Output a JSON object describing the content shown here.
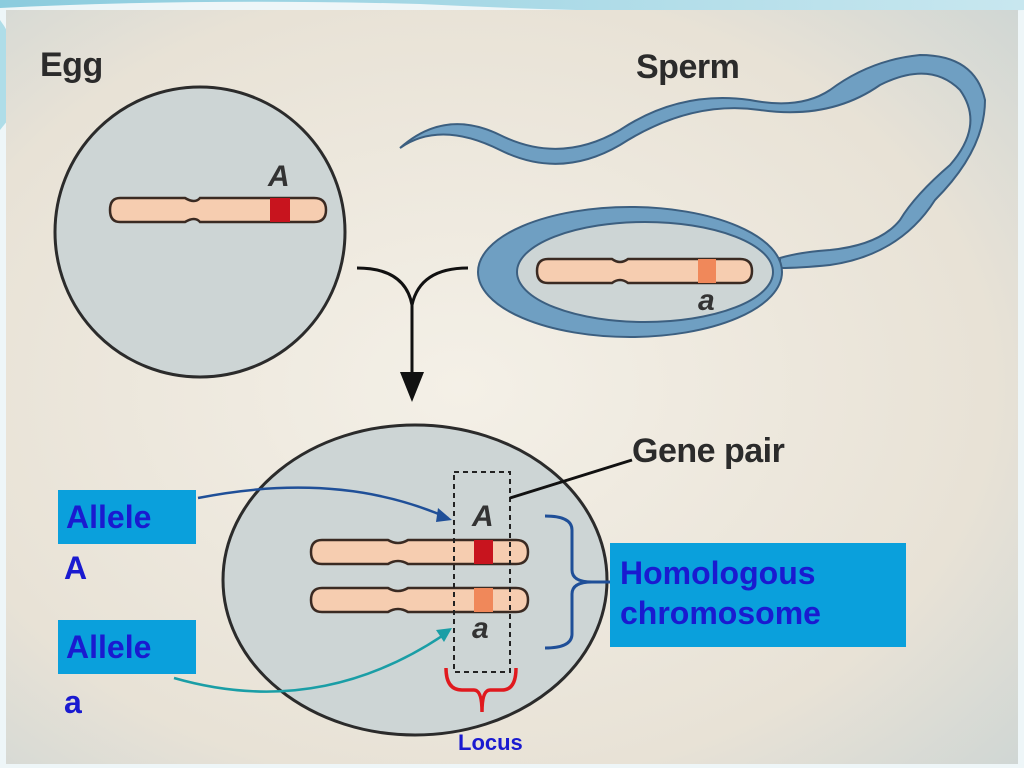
{
  "diagram": {
    "labels": {
      "egg": "Egg",
      "sperm": "Sperm",
      "gene_pair": "Gene pair",
      "locus": "Locus"
    },
    "gene_letters": {
      "egg_allele": "A",
      "sperm_allele": "a",
      "zygote_top_allele": "A",
      "zygote_bottom_allele": "a"
    },
    "callouts": {
      "allele_A": {
        "line1": "Allele",
        "line2": "A"
      },
      "allele_a": {
        "line1": "Allele",
        "line2": "a"
      },
      "homologous": {
        "line1": "Homologous",
        "line2": "chromosome"
      }
    },
    "colors": {
      "chromosome_fill": "#f6cdb0",
      "dominant_band": "#c8141e",
      "recessive_band": "#f0885a",
      "sperm_blue": "#6f9fc2",
      "cell_fill": "#cdd5d5",
      "callout_bg": "#0aa0dc",
      "callout_text": "#1a1ad0",
      "locus_bracket": "#e0191e",
      "arrow_blue": "#1f4f98",
      "arrow_teal": "#1a9ea6"
    }
  }
}
